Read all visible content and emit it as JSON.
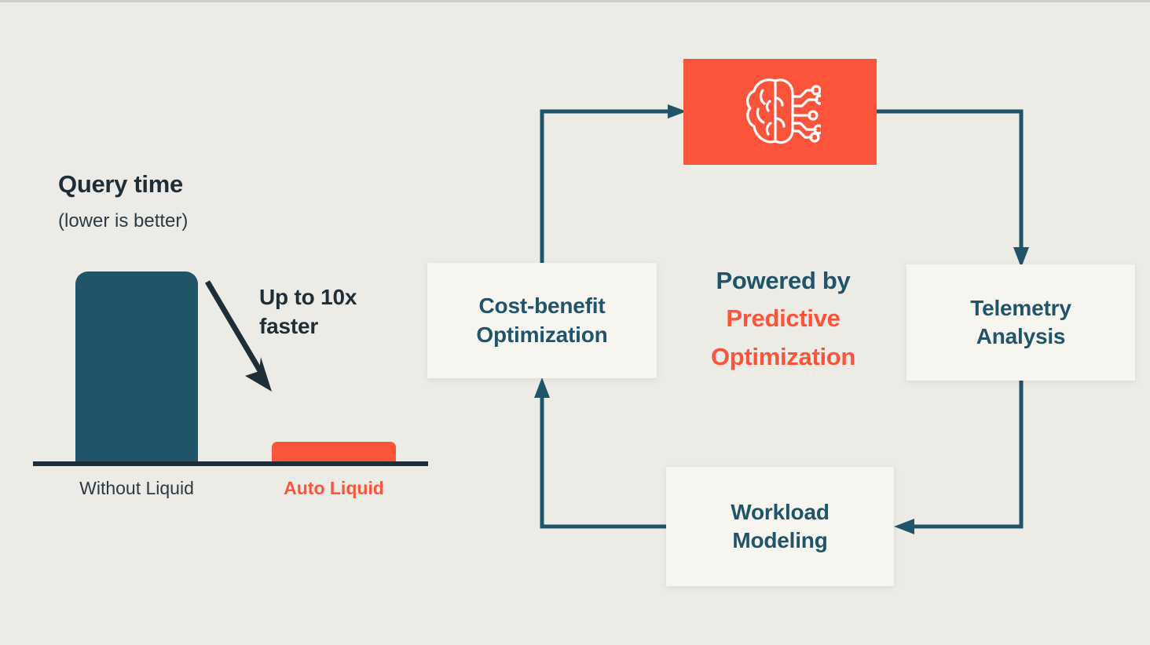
{
  "colors": {
    "background": "#EDEBE6",
    "accent_orange": "#FB543B",
    "deep_teal": "#1F5469",
    "ink": "#1D2E38",
    "card": "#F7F5F0"
  },
  "chart_panel": {
    "title": "Query time",
    "subtitle": "(lower is better)",
    "callout": "Up to 10x faster",
    "arrow_icon": "down-right-arrow-icon"
  },
  "chart_data": {
    "type": "bar",
    "title": "Query time",
    "subtitle": "(lower is better)",
    "categories": [
      "Without Liquid",
      "Auto Liquid"
    ],
    "values": [
      10,
      1
    ],
    "bar_colors": [
      "#1F5469",
      "#FB543B"
    ],
    "xlabel": "",
    "ylabel": "Query time",
    "ylim": [
      0,
      11
    ],
    "grid": false,
    "legend": "none",
    "annotation": "Up to 10x faster"
  },
  "diagram": {
    "center_caption": {
      "line1": "Powered by",
      "line2": "Predictive",
      "line3": "Optimization"
    },
    "brain_node": {
      "icon": "ai-brain-circuit-icon",
      "label": ""
    },
    "nodes": [
      {
        "id": "cost-benefit",
        "line1": "Cost-benefit",
        "line2": "Optimization"
      },
      {
        "id": "telemetry",
        "line1": "Telemetry",
        "line2": "Analysis"
      },
      {
        "id": "workload",
        "line1": "Workload",
        "line2": "Modeling"
      }
    ],
    "connectors": [
      {
        "from": "cost-benefit",
        "to": "brain-node",
        "direction": "up-then-right"
      },
      {
        "from": "brain-node",
        "to": "telemetry",
        "direction": "right-then-down"
      },
      {
        "from": "telemetry",
        "to": "workload",
        "direction": "down-then-left"
      },
      {
        "from": "workload",
        "to": "cost-benefit",
        "direction": "left-then-up"
      }
    ]
  }
}
